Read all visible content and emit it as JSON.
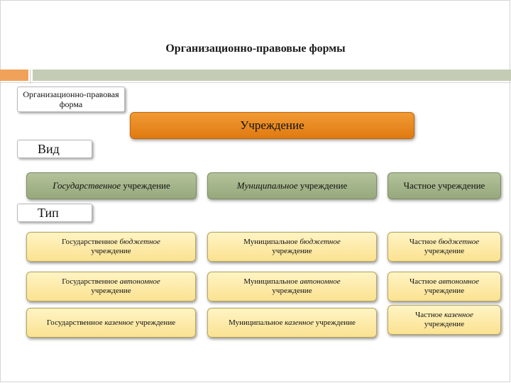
{
  "title": "Организационно-правовые формы",
  "labels": {
    "form": "Организационно-правовая форма",
    "vid": "Вид",
    "tip": "Тип"
  },
  "institution": "Учреждение",
  "types": [
    {
      "a": "Государственное",
      "b": " учреждение"
    },
    {
      "a": "Муниципальное",
      "b": " учреждение"
    },
    {
      "a": "Частное учреждение",
      "b": ""
    }
  ],
  "subtypes": [
    [
      {
        "a": "Государственное ",
        "i": "бюджетное",
        "b": " учреждение"
      },
      {
        "a": "Муниципальное ",
        "i": "бюджетное",
        "b": " учреждение"
      },
      {
        "a": "Частное ",
        "i": "бюджетное",
        "b": " учреждение"
      }
    ],
    [
      {
        "a": "Государственное ",
        "i": "автономное",
        "b": " учреждение"
      },
      {
        "a": "Муниципальное ",
        "i": "автономное",
        "b": " учреждение"
      },
      {
        "a": "Частное ",
        "i": "автономное",
        "b": " учреждение"
      }
    ],
    [
      {
        "a": "Государственное ",
        "i": "казенное",
        "b": " учреждение"
      },
      {
        "a": "Муниципальное ",
        "i": "казенное",
        "b": " учреждение"
      },
      {
        "a": "Частное ",
        "i": "казенное",
        "b": " учреждение"
      }
    ]
  ]
}
